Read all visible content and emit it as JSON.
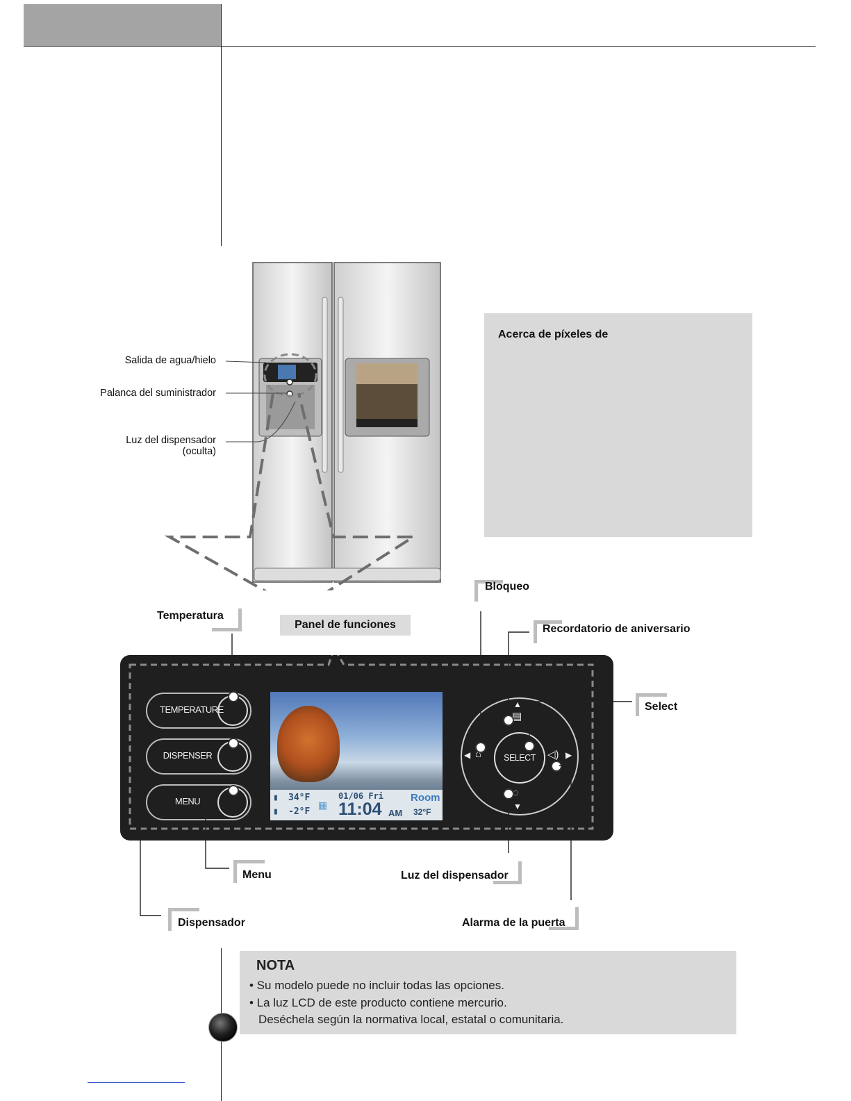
{
  "callouts": {
    "water_ice": "Salida de agua/hielo",
    "lever": "Palanca del suministrador",
    "light_line1": "Luz del dispensador",
    "light_line2": "(oculta)"
  },
  "about": {
    "title": "Acerca de píxeles de"
  },
  "panel_labels": {
    "temperatura": "Temperatura",
    "panel_funciones": "Panel de funciones",
    "bloqueo": "Bloqueo",
    "recordatorio": "Recordatorio de aniversario",
    "select": "Select",
    "menu": "Menu",
    "luz": "Luz del dispensador",
    "dispensador": "Dispensador",
    "alarma": "Alarma de la puerta"
  },
  "panel": {
    "buttons": {
      "temperature": "TEMPERATURE",
      "dispenser": "DISPENSER",
      "menu": "MENU"
    },
    "select_button": "SELECT",
    "screen": {
      "fridge_temp": "34°F",
      "freezer_temp": "-2°F",
      "date": "01/06 Fri",
      "time": "11:04",
      "ampm": "AM",
      "room_label": "Room",
      "room_temp": "32°F"
    }
  },
  "note": {
    "title": "NOTA",
    "line1": "• Su modelo puede no incluir todas las opciones.",
    "line2": "• La luz LCD de este producto contiene mercurio.",
    "line3": "Deséchela según la normativa local, estatal o comunitaria."
  }
}
